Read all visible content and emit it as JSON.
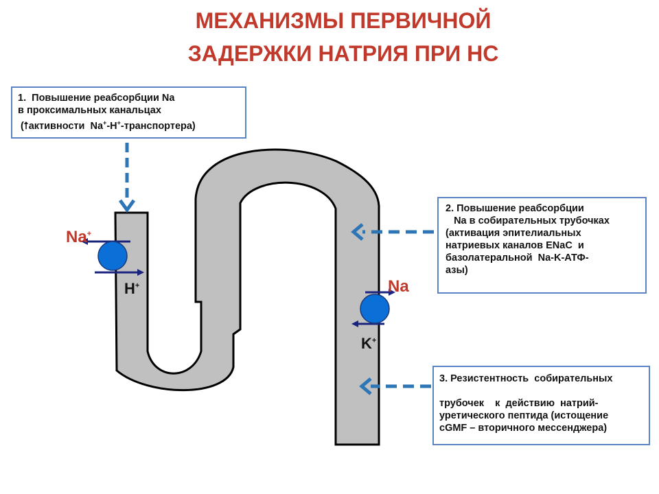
{
  "title": {
    "line1": "МЕХАНИЗМЫ ПЕРВИЧНОЙ",
    "line2": "ЗАДЕРЖКИ НАТРИЯ ПРИ НС"
  },
  "box1": {
    "line1": "1.  Повышение реабсорбции Na",
    "line2": "в проксимальных канальцах",
    "line3_pre": " (",
    "arrow": "⭡",
    "line3_a": "активности  Na",
    "sup1": "+",
    "line3_b": "-H",
    "sup2": "+",
    "line3_c": "-транспортера)"
  },
  "box2": {
    "line1": "2. Повышение реабсорбции",
    "line2": "   Na в собирательных трубочках",
    "line3": "(активация эпителиальных",
    "line4": "натриевых каналов ENaC  и",
    "line5": "базолатеральной  Na-K-АТФ-",
    "line6": "азы)"
  },
  "box3": {
    "line1": "3. Резистентность  собирательных",
    "line2": "трубочек    к  действию  натрий-",
    "line3": "уретического пептида (истощение",
    "line4": "cGMF – вторичного мессенджера)"
  },
  "ions": {
    "na_left": "Na",
    "na_left_sup": "+",
    "h_left": "H",
    "h_left_sup": "+",
    "na_right": "Na",
    "k_right": "K",
    "k_right_sup": "+"
  },
  "colors": {
    "title": "#c0392b",
    "box_border": "#5b82c3",
    "tubule_fill": "#c0c0c0",
    "dashed_arrow": "#2e75b6",
    "transporter": "#0a6fd6",
    "ion_arrow": "#1a237e"
  }
}
